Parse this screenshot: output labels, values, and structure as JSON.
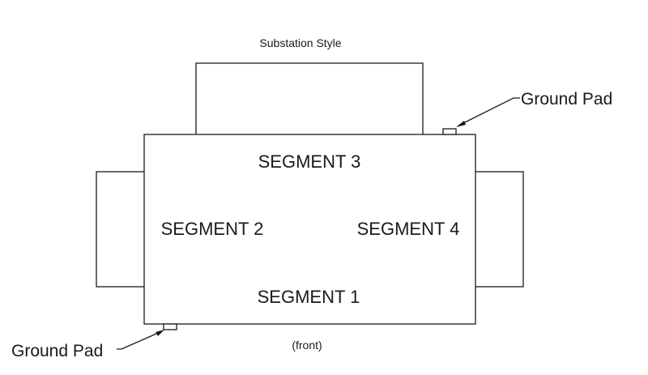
{
  "diagram": {
    "title": "Substation Style",
    "front_label": "(front)",
    "segments": {
      "segment_1": "SEGMENT 1",
      "segment_2": "SEGMENT 2",
      "segment_3": "SEGMENT 3",
      "segment_4": "SEGMENT 4"
    },
    "ground_pad_top": "Ground Pad",
    "ground_pad_bottom": "Ground Pad"
  }
}
